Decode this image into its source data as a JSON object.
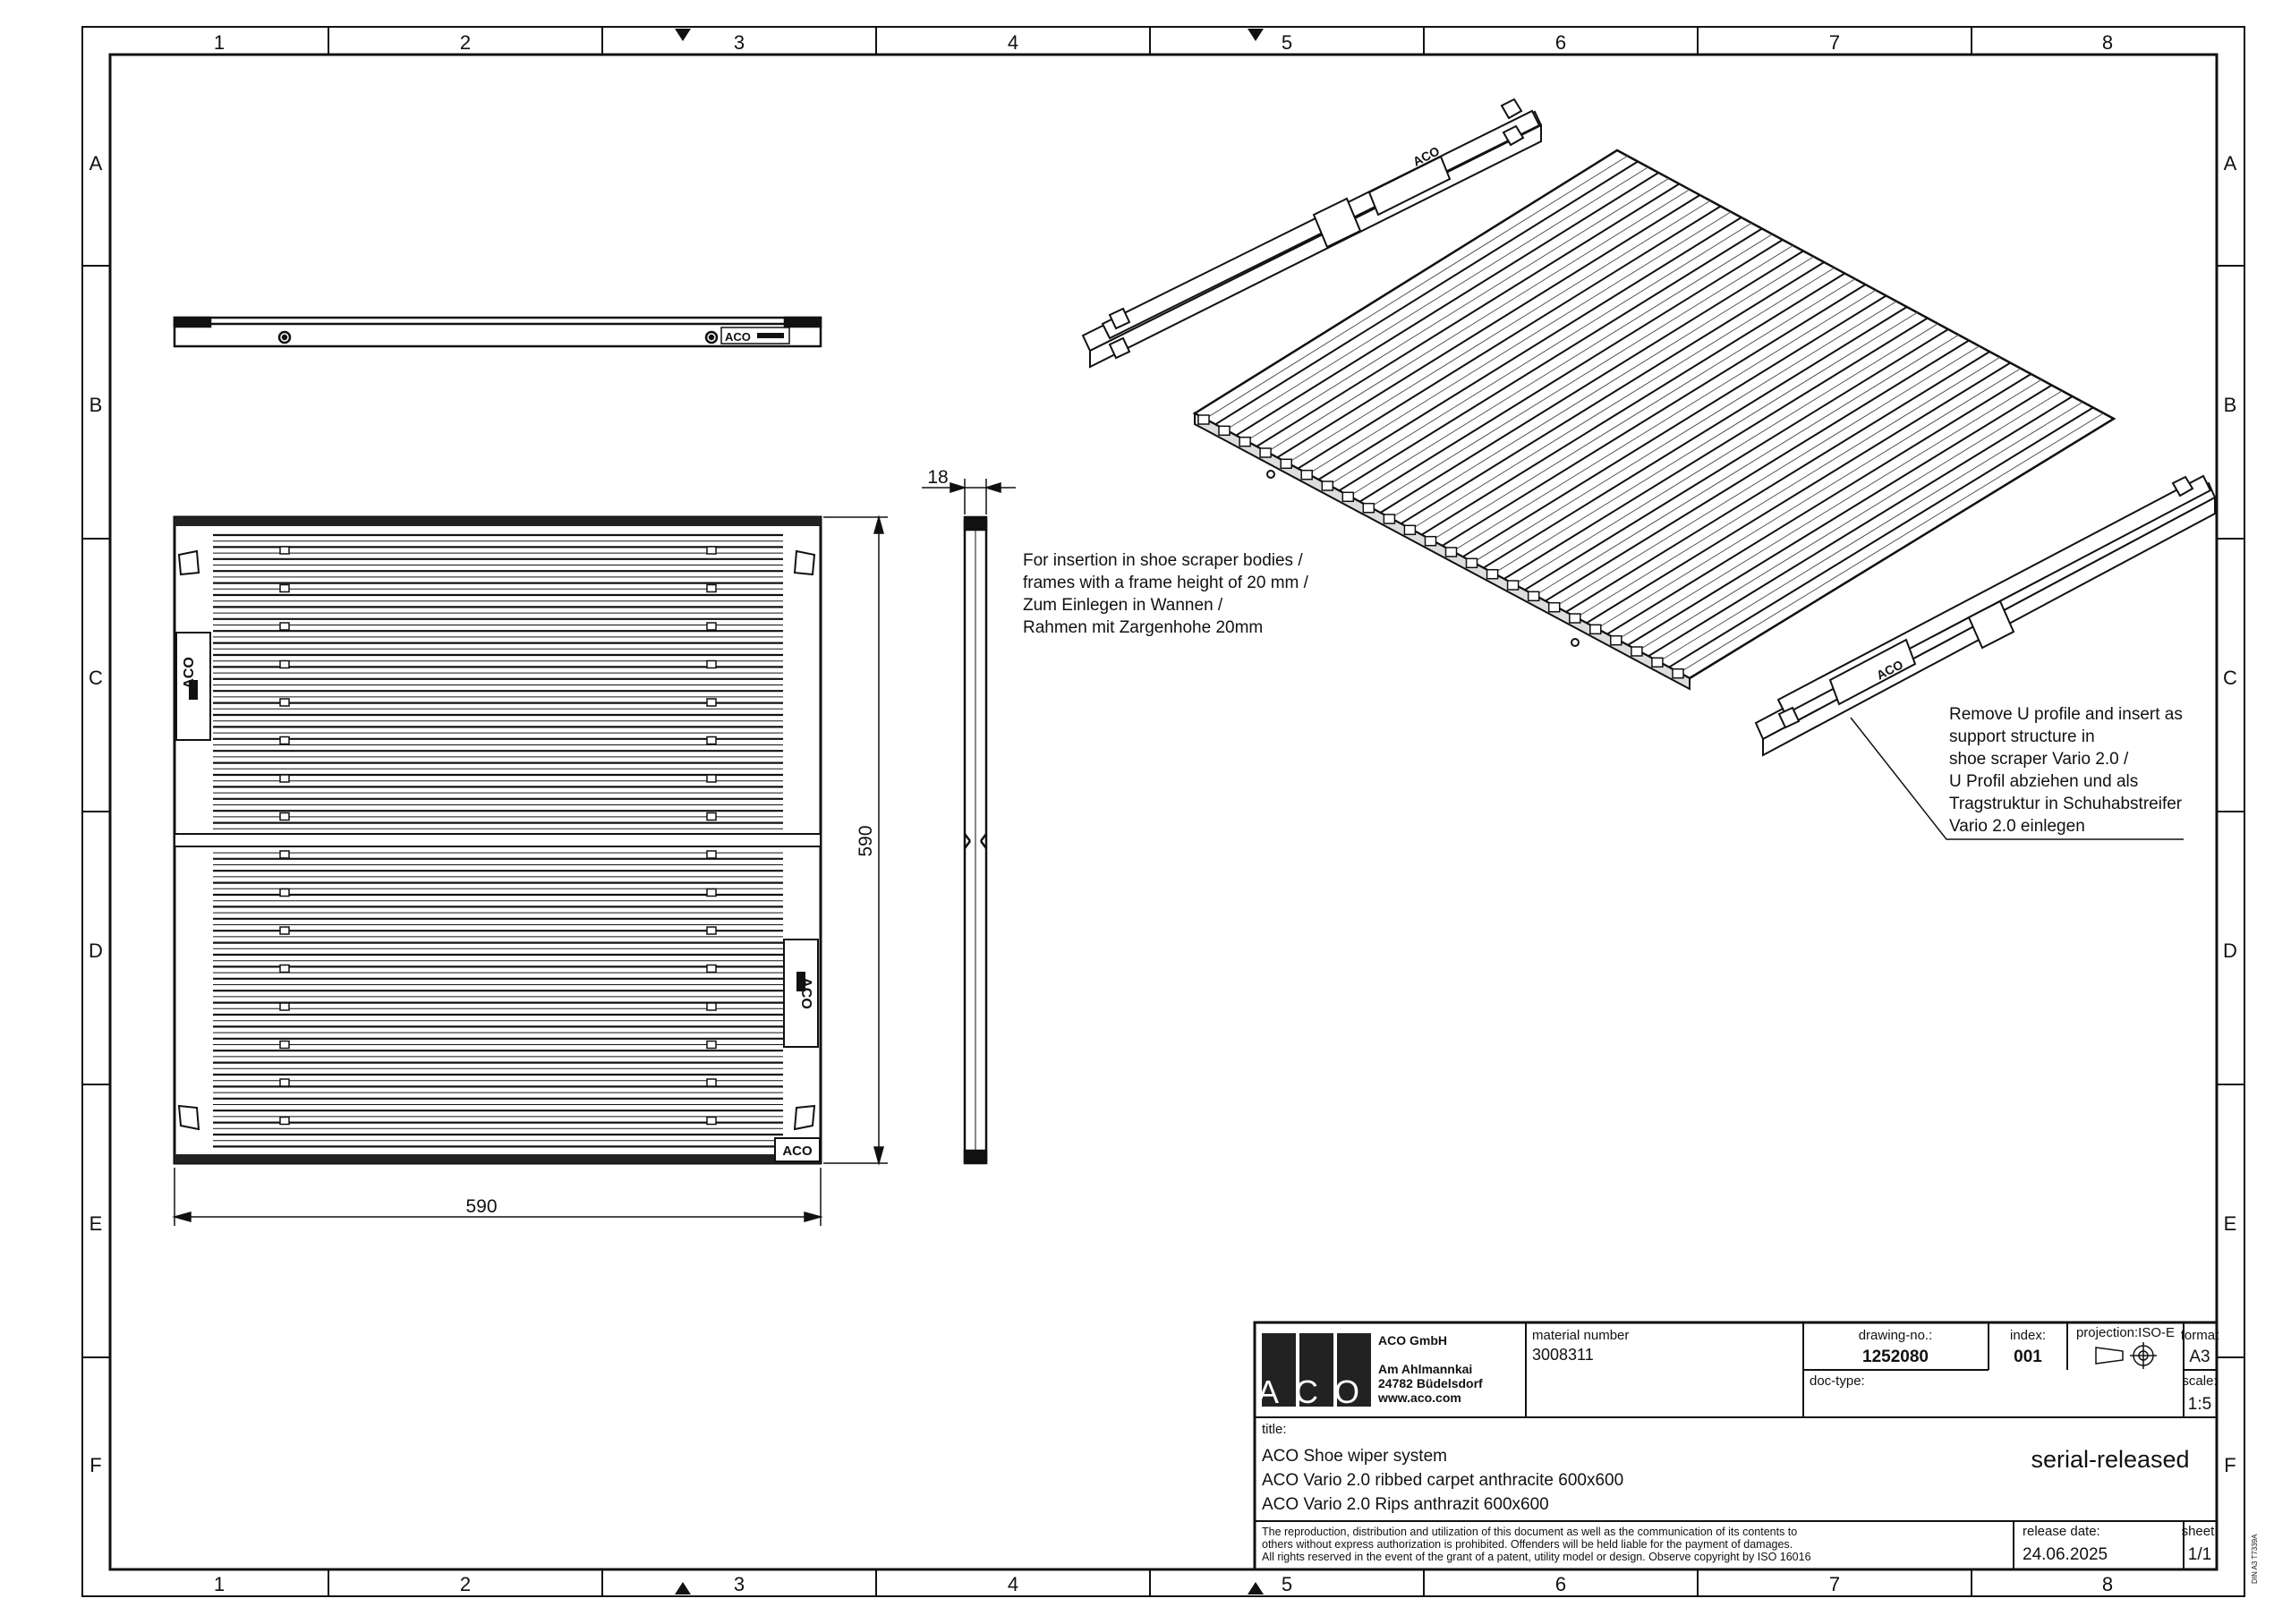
{
  "border": {
    "columns": [
      "1",
      "2",
      "3",
      "4",
      "5",
      "6",
      "7",
      "8"
    ],
    "rows": [
      "A",
      "B",
      "C",
      "D",
      "E",
      "F"
    ]
  },
  "views": {
    "side_strip_logo": "ACO",
    "plan_logo_left": "ACO",
    "plan_logo_right": "ACO",
    "plan_corner_logo": "ACO",
    "iso_logo_top": "ACO",
    "iso_logo_bottom": "ACO"
  },
  "dimensions": {
    "width": "590",
    "height": "590",
    "thickness": "18"
  },
  "notes": {
    "insertion": [
      "For insertion in shoe scraper bodies /",
      "frames with a frame height of 20 mm /",
      "Zum Einlegen in Wannen /",
      "Rahmen mit Zargenhohe 20mm"
    ],
    "u_profile": [
      "Remove U profile and insert as",
      "support structure in",
      "shoe scraper Vario 2.0 /",
      "U Profil abziehen und als",
      "Tragstruktur in Schuhabstreifer",
      "Vario 2.0 einlegen"
    ]
  },
  "title_block": {
    "logo": "ACO",
    "company": "ACO GmbH",
    "address": [
      "Am Ahlmannkai",
      "24782 Büdelsdorf",
      "www.aco.com"
    ],
    "material_number_label": "material number",
    "material_number": "3008311",
    "drawing_no_label": "drawing-no.:",
    "drawing_no": "1252080",
    "index_label": "index:",
    "index": "001",
    "projection_label": "projection:ISO-E",
    "format_label": "format",
    "format": "A3",
    "doc_type_label": "doc-type:",
    "scale_label": "scale:",
    "scale": "1:5",
    "title_label": "title:",
    "title_lines": [
      "ACO Shoe wiper system",
      "ACO Vario 2.0 ribbed carpet anthracite 600x600",
      "ACO Vario 2.0 Rips anthrazit 600x600"
    ],
    "status": "serial-released",
    "legal": [
      "The reproduction, distribution and utilization of this document as well as the communication of its contents to",
      "others without express authorization is prohibited. Offenders will be held liable for the payment of damages.",
      "All rights reserved in the event of the grant of a patent, utility model or design. Observe copyright by ISO 16016"
    ],
    "release_date_label": "release date:",
    "release_date": "24.06.2025",
    "sheet_label": "sheet:",
    "sheet": "1/1",
    "side_code": "DIN A3 T7339A"
  }
}
